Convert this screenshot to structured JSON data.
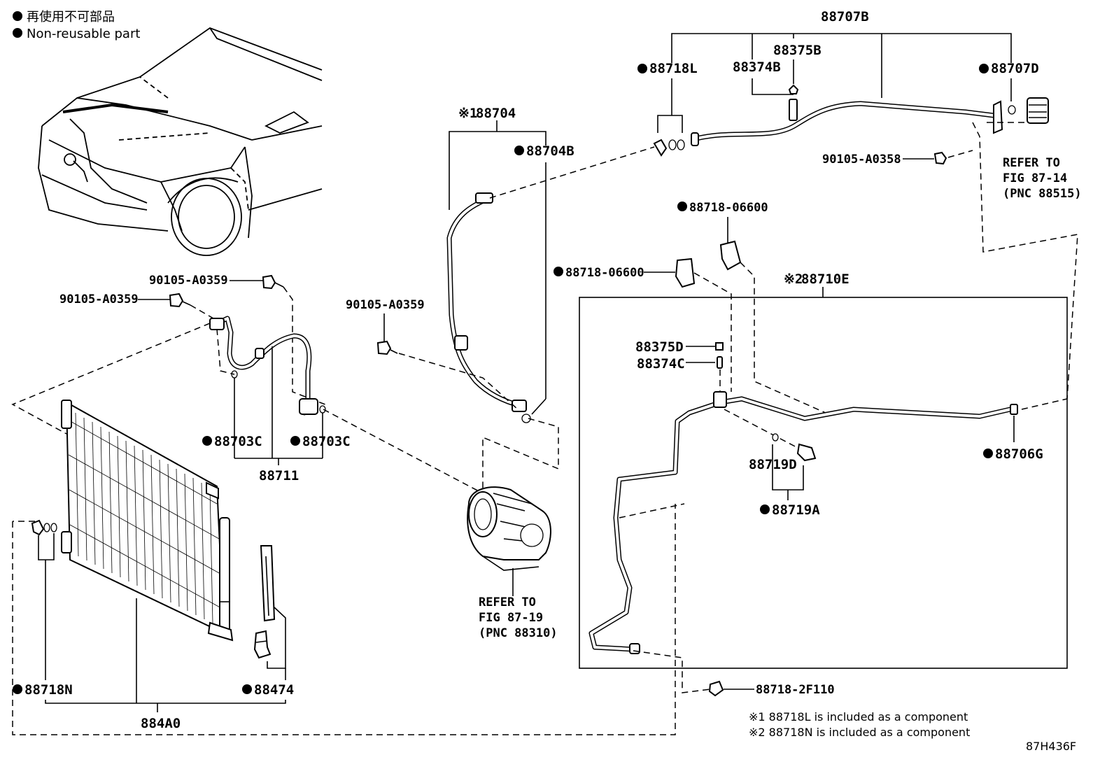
{
  "legend": {
    "japanese": "再使用不可部品",
    "english": "Non-reusable part",
    "bullet_icon": "filled-circle-icon"
  },
  "labels": {
    "p88707B": "88707B",
    "p88375B": "88375B",
    "p88374B": "88374B",
    "p88718L": "88718L",
    "p88707D": "88707D",
    "p90105_A0358": "90105-A0358",
    "refer_87_14_l1": "REFER TO",
    "refer_87_14_l2": "FIG 87-14",
    "refer_87_14_l3": "(PNC 88515)",
    "p88704": "88704",
    "p88704_mark": "※1",
    "p88704B": "88704B",
    "p88718_06600_a": "88718-06600",
    "p88718_06600_b": "88718-06600",
    "p88710E": "88710E",
    "p88710E_mark": "※2",
    "p90105_A0359_a": "90105-A0359",
    "p90105_A0359_b": "90105-A0359",
    "p90105_A0359_c": "90105-A0359",
    "p88375D": "88375D",
    "p88374C": "88374C",
    "p88703C_a": "88703C",
    "p88703C_b": "88703C",
    "p88711": "88711",
    "p88719D": "88719D",
    "p88719A": "88719A",
    "p88706G": "88706G",
    "refer_87_19_l1": "REFER TO",
    "refer_87_19_l2": "FIG 87-19",
    "refer_87_19_l3": "(PNC 88310)",
    "p88718N": "88718N",
    "p88474": "88474",
    "p884A0": "884A0",
    "p88718_2F110": "88718-2F110"
  },
  "notes": {
    "note1": "※1 88718L is included as a component",
    "note2": "※2 88718N is included as a component"
  },
  "figure_code": "87H436F"
}
